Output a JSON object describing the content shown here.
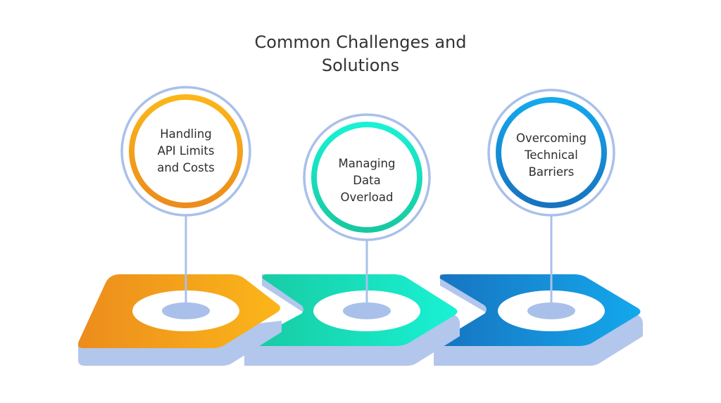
{
  "title": {
    "line1": "Common Challenges and",
    "line2": "Solutions"
  },
  "colors": {
    "outer_ring": "#a9c0ea",
    "platform_side": "#b3c6ec",
    "stem": "#a9c0ea",
    "hole": "#ffffff",
    "orange_start": "#ec8c1c",
    "orange_end": "#fbb61a",
    "teal_start": "#17c9a0",
    "teal_end": "#19f2d4",
    "blue_start": "#1773c0",
    "blue_end": "#14a8ec"
  },
  "steps": [
    {
      "id": "api-limits",
      "lines": [
        "Handling",
        "API Limits",
        "and Costs"
      ],
      "color": "orange"
    },
    {
      "id": "data-overload",
      "lines": [
        "Managing",
        "Data",
        "Overload"
      ],
      "color": "teal"
    },
    {
      "id": "technical-barriers",
      "lines": [
        "Overcoming",
        "Technical",
        "Barriers"
      ],
      "color": "blue"
    }
  ]
}
